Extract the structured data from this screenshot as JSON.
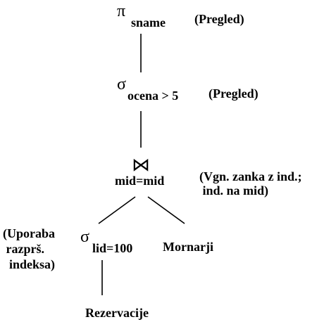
{
  "nodes": {
    "projection": {
      "symbol": "π",
      "subscript": "sname",
      "annotation": "(Pregled)"
    },
    "selection_rating": {
      "symbol": "σ",
      "subscript": "ocena > 5",
      "annotation": "(Pregled)"
    },
    "join": {
      "symbol": "⋈",
      "subscript": "mid=mid",
      "annotation_lines": [
        "(Vgn. zanka z ind.;",
        " ind. na mid)"
      ]
    },
    "selection_lid": {
      "symbol": "σ",
      "subscript": "lid=100",
      "annotation_lines": [
        "(Uporaba",
        " razprš.",
        "  indeksa)"
      ]
    },
    "relation_sailors": {
      "label": "Mornarji"
    },
    "relation_reservations": {
      "label": "Rezervacije"
    }
  }
}
